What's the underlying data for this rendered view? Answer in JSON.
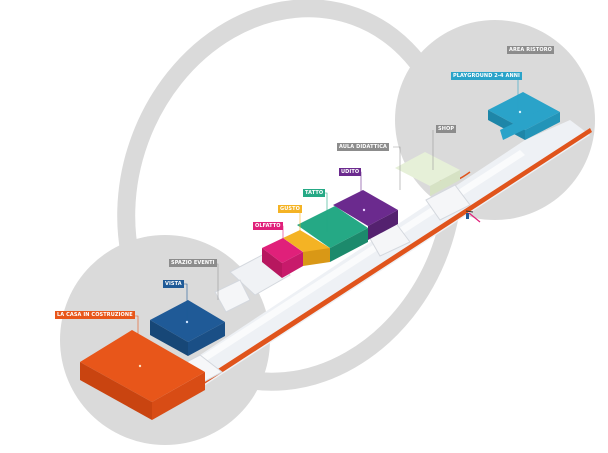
{
  "title": "Museum floor plan (isometric)",
  "colors": {
    "background_circles": "#d9d9d9",
    "corridor": "#f2f4f7",
    "path_line": "#e0541c",
    "casa": "#e8561a",
    "vista": "#1f5a97",
    "olfatto": "#e0207a",
    "gusto": "#f4b324",
    "tatto": "#25a985",
    "udito": "#6b2a8e",
    "aula": "#eeeeee",
    "shop": "#e6f0d8",
    "playground": "#2aa3c9",
    "neutral_label": "#8c8c8c"
  },
  "areas": [
    {
      "id": "area-ristoro",
      "label": "AREA RISTORO",
      "color": "#8c8c8c"
    },
    {
      "id": "playground",
      "label": "PLAYGROUND 2-4 ANNI",
      "color": "#2aa3c9"
    },
    {
      "id": "shop",
      "label": "SHOP",
      "color": "#8c8c8c"
    },
    {
      "id": "aula-didattica",
      "label": "AULA DIDATTICA",
      "color": "#8c8c8c"
    },
    {
      "id": "udito",
      "label": "UDITO",
      "color": "#6b2a8e"
    },
    {
      "id": "tatto",
      "label": "TATTO",
      "color": "#25a985"
    },
    {
      "id": "gusto",
      "label": "GUSTO",
      "color": "#f4b324"
    },
    {
      "id": "olfatto",
      "label": "OLFATTO",
      "color": "#e0207a"
    },
    {
      "id": "spazio-eventi",
      "label": "SPAZIO EVENTI",
      "color": "#8c8c8c"
    },
    {
      "id": "vista",
      "label": "VISTA",
      "color": "#1f5a97"
    },
    {
      "id": "casa-in-costruzione",
      "label": "LA CASA IN COSTRUZIONE",
      "color": "#e8561a"
    }
  ]
}
